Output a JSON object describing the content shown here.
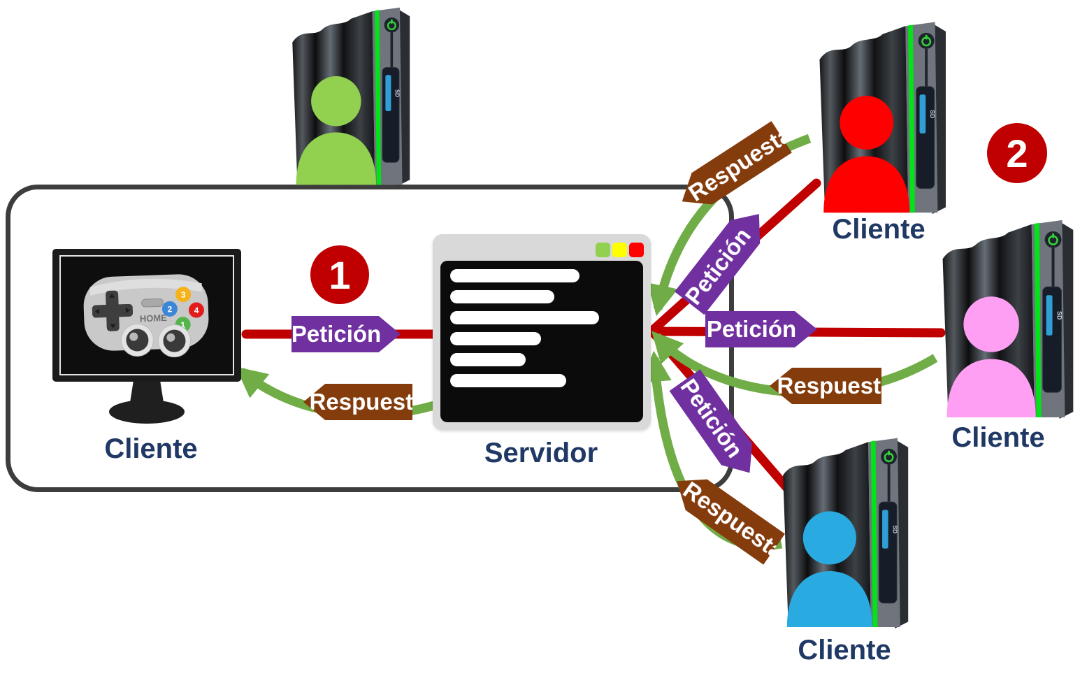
{
  "badges": {
    "step1": "1",
    "step2": "2"
  },
  "inner": {
    "client_label": "Cliente",
    "server_label": "Servidor",
    "request_label": "Petición",
    "response_label": "Respuesta"
  },
  "remote": {
    "client1_label": "Cliente",
    "client2_label": "Cliente",
    "client3_label": "Cliente",
    "request1_label": "Petición",
    "response1_label": "Respuesta",
    "request2_label": "Petición",
    "response2_label": "Respuesta",
    "request3_label": "Petición",
    "response3_label": "Respuesta"
  },
  "gamepad": {
    "home_label": "HOME",
    "button1": "1",
    "button2": "2",
    "button3": "3",
    "button4": "4"
  },
  "tower": {
    "sd_label": "SD"
  },
  "colors": {
    "red-line": "#C00000",
    "green-line": "#70AD47",
    "purple-label": "#7030A0",
    "brown-label": "#843C0C",
    "navy-text": "#1F3864",
    "badge-red": "#C00000",
    "person-green": "#92D050",
    "person-red": "#FF0000",
    "person-pink": "#FF9FF3",
    "person-blue": "#29ABE2",
    "btn-green": "#92D050",
    "btn-yellow": "#FFFF00",
    "btn-red": "#FF0000",
    "tower-stripe": "#00E418",
    "sd-blue": "#2F9FD6"
  }
}
